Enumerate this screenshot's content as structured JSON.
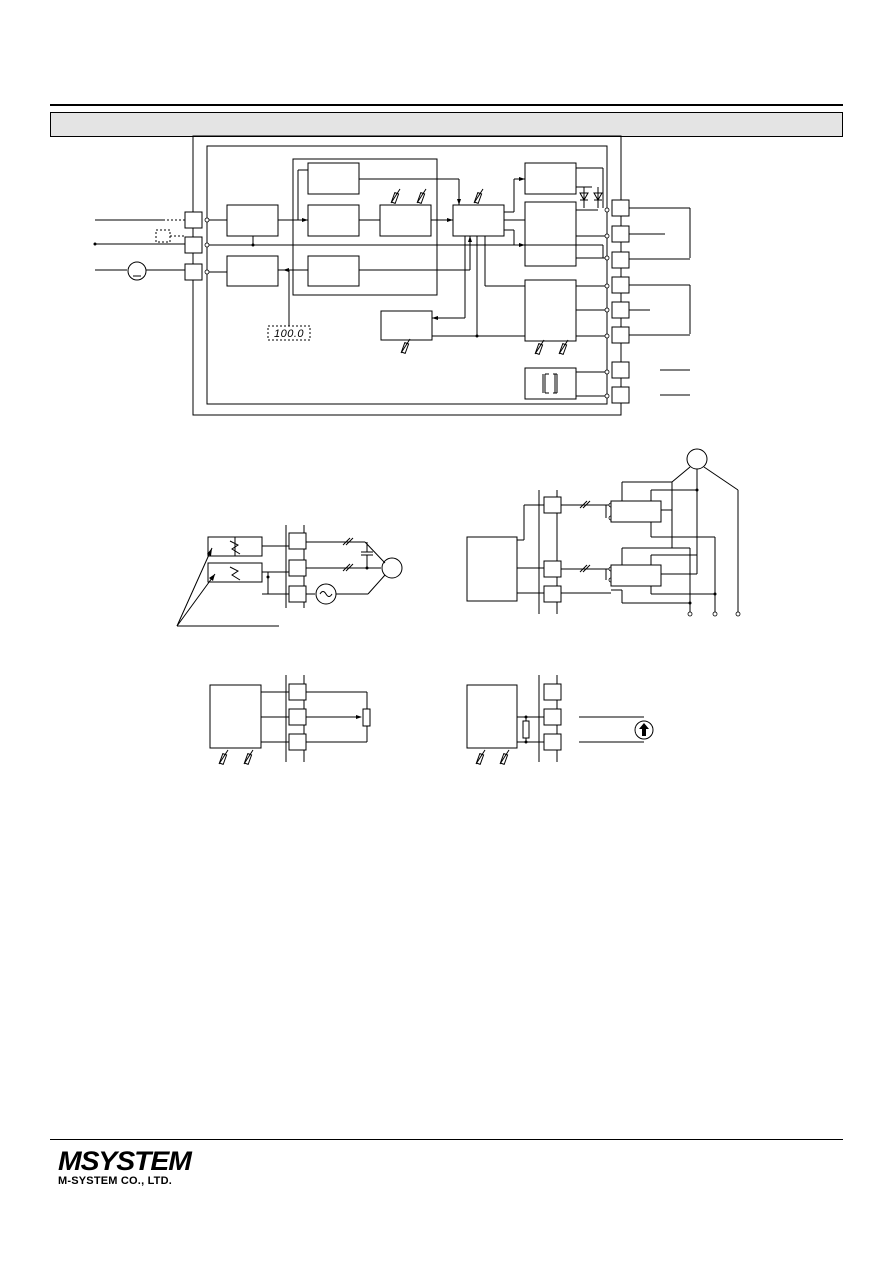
{
  "display_readout": "100.0",
  "company": {
    "logo_text": "MSYSTEM",
    "name": "M-SYSTEM CO., LTD."
  }
}
